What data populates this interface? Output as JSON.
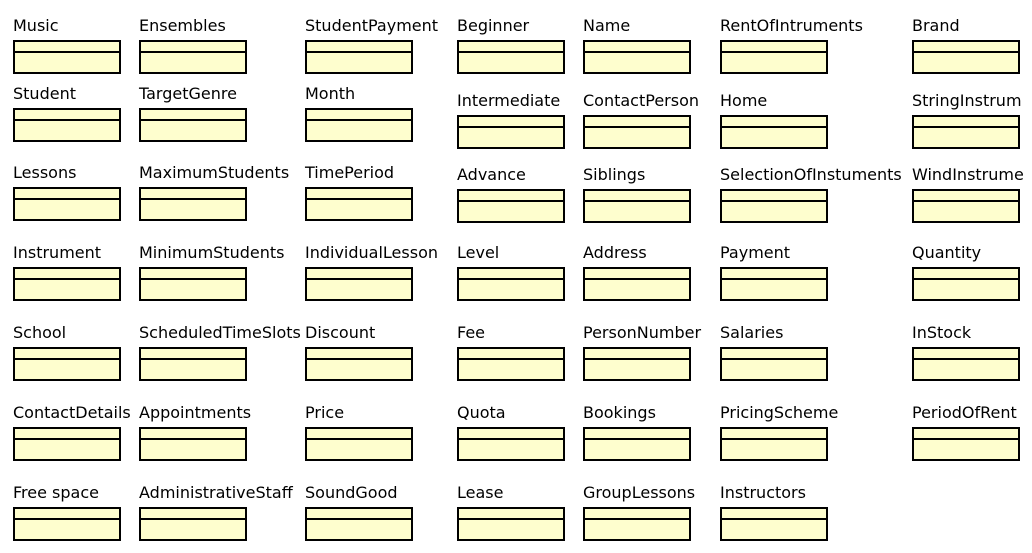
{
  "diagram": {
    "entities": [
      "Music",
      "Ensembles",
      "StudentPayment",
      "Beginner",
      "Name",
      "RentOfIntruments",
      "Brand",
      "Student",
      "TargetGenre",
      "Month",
      "Intermediate",
      "ContactPerson",
      "Home",
      "StringInstrum",
      "Lessons",
      "MaximumStudents",
      "TimePeriod",
      "Advance",
      "Siblings",
      "SelectionOfInstuments",
      "WindInstrume",
      "Instrument",
      "MinimumStudents",
      "IndividualLesson",
      "Level",
      "Address",
      "Payment",
      "Quantity",
      "School",
      "ScheduledTimeSlots",
      "Discount",
      "Fee",
      "PersonNumber",
      "Salaries",
      "InStock",
      "ContactDetails",
      "Appointments",
      "Price",
      "Quota",
      "Bookings",
      "PricingScheme",
      "PeriodOfRent",
      "Free space",
      "AdministrativeStaff",
      "SoundGood",
      "Lease",
      "GroupLessons",
      "Instructors"
    ]
  }
}
